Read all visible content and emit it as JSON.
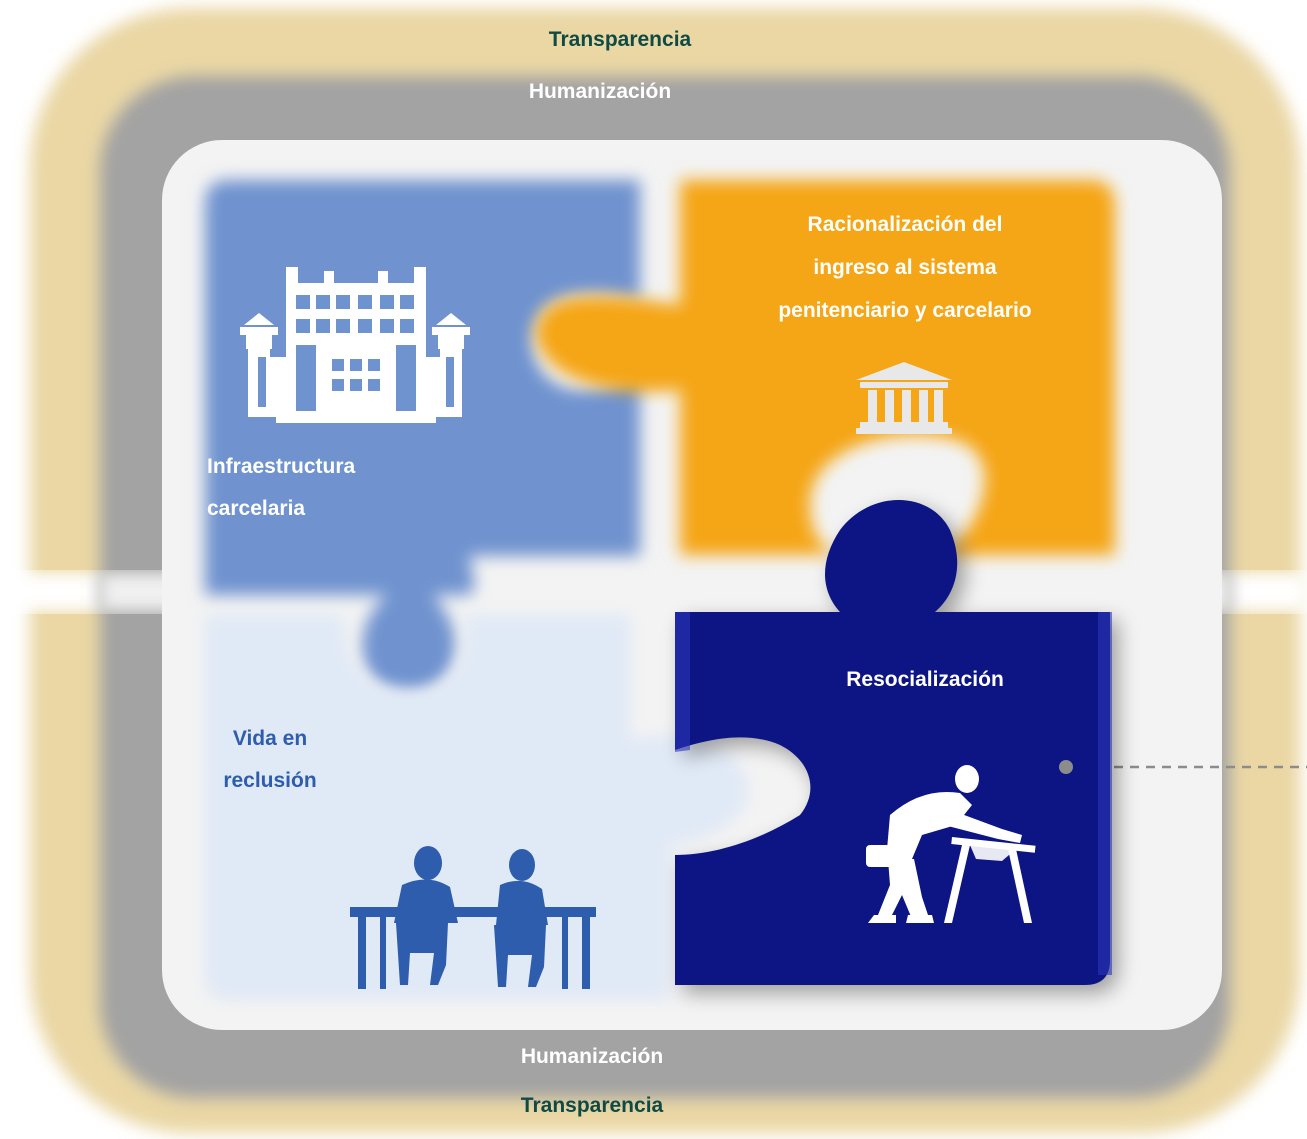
{
  "outer_ring": {
    "top_label": "Transparencia",
    "bottom_label": "Transparencia",
    "color": "#ead7a4"
  },
  "inner_ring": {
    "top_label": "Humanización",
    "bottom_label": "Humanización",
    "color": "#a3a3a3"
  },
  "pieces": {
    "infraestructura": {
      "label_line1": "Infraestructura",
      "label_line2": "carcelaria",
      "color": "#6f93cf",
      "icon": "prison-building-icon"
    },
    "racionalizacion": {
      "label_line1": "Racionalización del",
      "label_line2": "ingreso al sistema",
      "label_line3": "penitenciario y carcelario",
      "color": "#f5a614",
      "icon": "courthouse-icon"
    },
    "vida": {
      "label_line1": "Vida en",
      "label_line2": "reclusión",
      "color": "#e0e9f6",
      "text_color": "#2e5dae",
      "icon": "people-at-table-icon"
    },
    "resocializacion": {
      "label": "Resocialización",
      "color": "#0d1584",
      "icon": "carpenter-icon"
    }
  },
  "connector": {
    "style": "dashed",
    "color": "#8c8c8c"
  }
}
